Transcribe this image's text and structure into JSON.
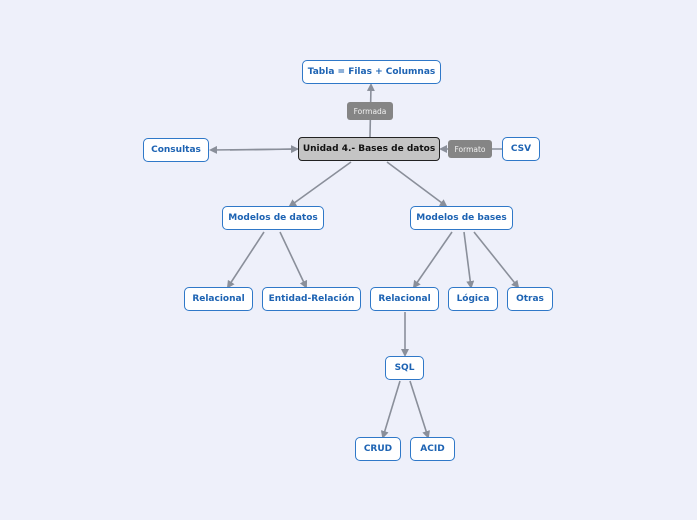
{
  "diagram": {
    "nodes": {
      "central": "Unidad 4.- Bases de datos",
      "tabla": "Tabla = Filas + Columnas",
      "consultas": "Consultas",
      "csv": "CSV",
      "modelos_datos": "Modelos de datos",
      "modelos_bases": "Modelos de bases",
      "relacional_datos": "Relacional",
      "entidad_relacion": "Entidad-Relación",
      "relacional_bases": "Relacional",
      "logica": "Lógica",
      "otras": "Otras",
      "sql": "SQL",
      "crud": "CRUD",
      "acid": "ACID"
    },
    "edge_labels": {
      "formada": "Formada",
      "formato": "Formato"
    }
  },
  "colors": {
    "node_border": "#2f78c8",
    "node_text": "#1d63b3",
    "central_fill": "#c4c4c4",
    "edge": "#8a8f9a",
    "edge_label_fill": "#858585",
    "background": "#eef0fa"
  }
}
